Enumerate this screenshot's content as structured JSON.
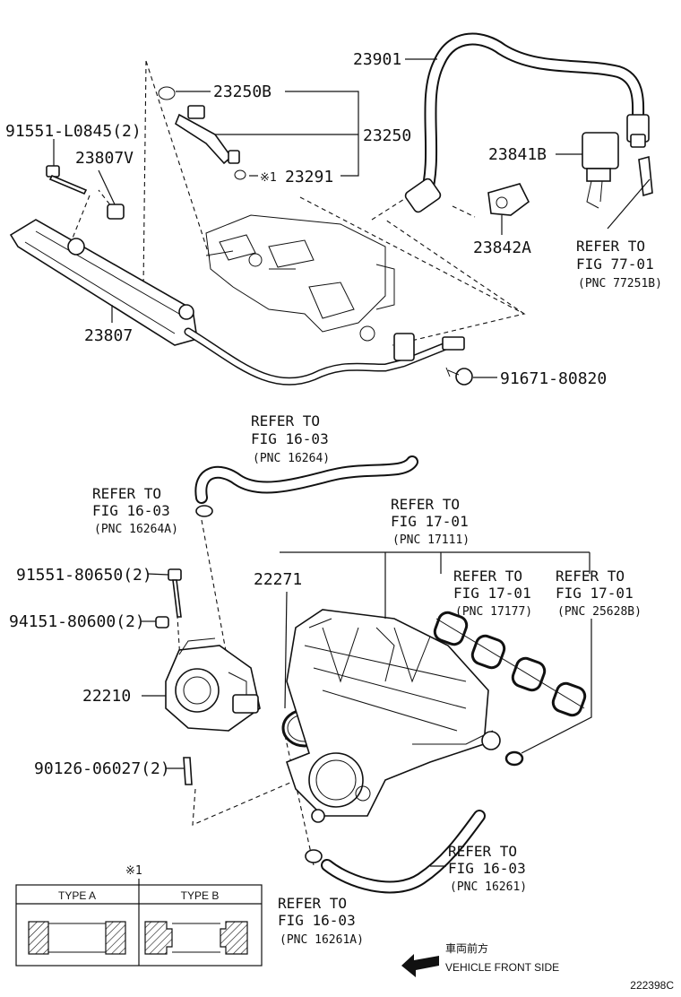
{
  "parts": {
    "p23901": "23901",
    "p23250B": "23250B",
    "p23250": "23250",
    "p23291": "23291",
    "p91551_L0845": "91551-L0845(2)",
    "p23807V": "23807V",
    "p23841B": "23841B",
    "p23842A": "23842A",
    "p23807": "23807",
    "p91671": "91671-80820",
    "p22271": "22271",
    "p91551_80650": "91551-80650(2)",
    "p94151": "94151-80600(2)",
    "p22210": "22210",
    "p90126": "90126-06027(2)",
    "star1_mark": "※1"
  },
  "refs": {
    "r77": {
      "l1": "REFER TO",
      "l2": "FIG 77-01",
      "l3": "(PNC 77251B)"
    },
    "r16264": {
      "l1": "REFER TO",
      "l2": "FIG 16-03",
      "l3": "(PNC 16264)"
    },
    "r16264A": {
      "l1": "REFER TO",
      "l2": "FIG 16-03",
      "l3": "(PNC 16264A)"
    },
    "r17111": {
      "l1": "REFER TO",
      "l2": "FIG 17-01",
      "l3": "(PNC 17111)"
    },
    "r17177": {
      "l1": "REFER TO",
      "l2": "FIG 17-01",
      "l3": "(PNC 17177)"
    },
    "r25628B": {
      "l1": "REFER TO",
      "l2": "FIG 17-01",
      "l3": "(PNC 25628B)"
    },
    "r16261": {
      "l1": "REFER TO",
      "l2": "FIG 16-03",
      "l3": "(PNC 16261)"
    },
    "r16261A": {
      "l1": "REFER TO",
      "l2": "FIG 16-03",
      "l3": "(PNC 16261A)"
    }
  },
  "legend": {
    "mark": "※1",
    "type_a": "TYPE A",
    "type_b": "TYPE B"
  },
  "direction": {
    "jp": "車両前方",
    "en": "VEHICLE FRONT SIDE"
  },
  "figure_code": "222398C"
}
